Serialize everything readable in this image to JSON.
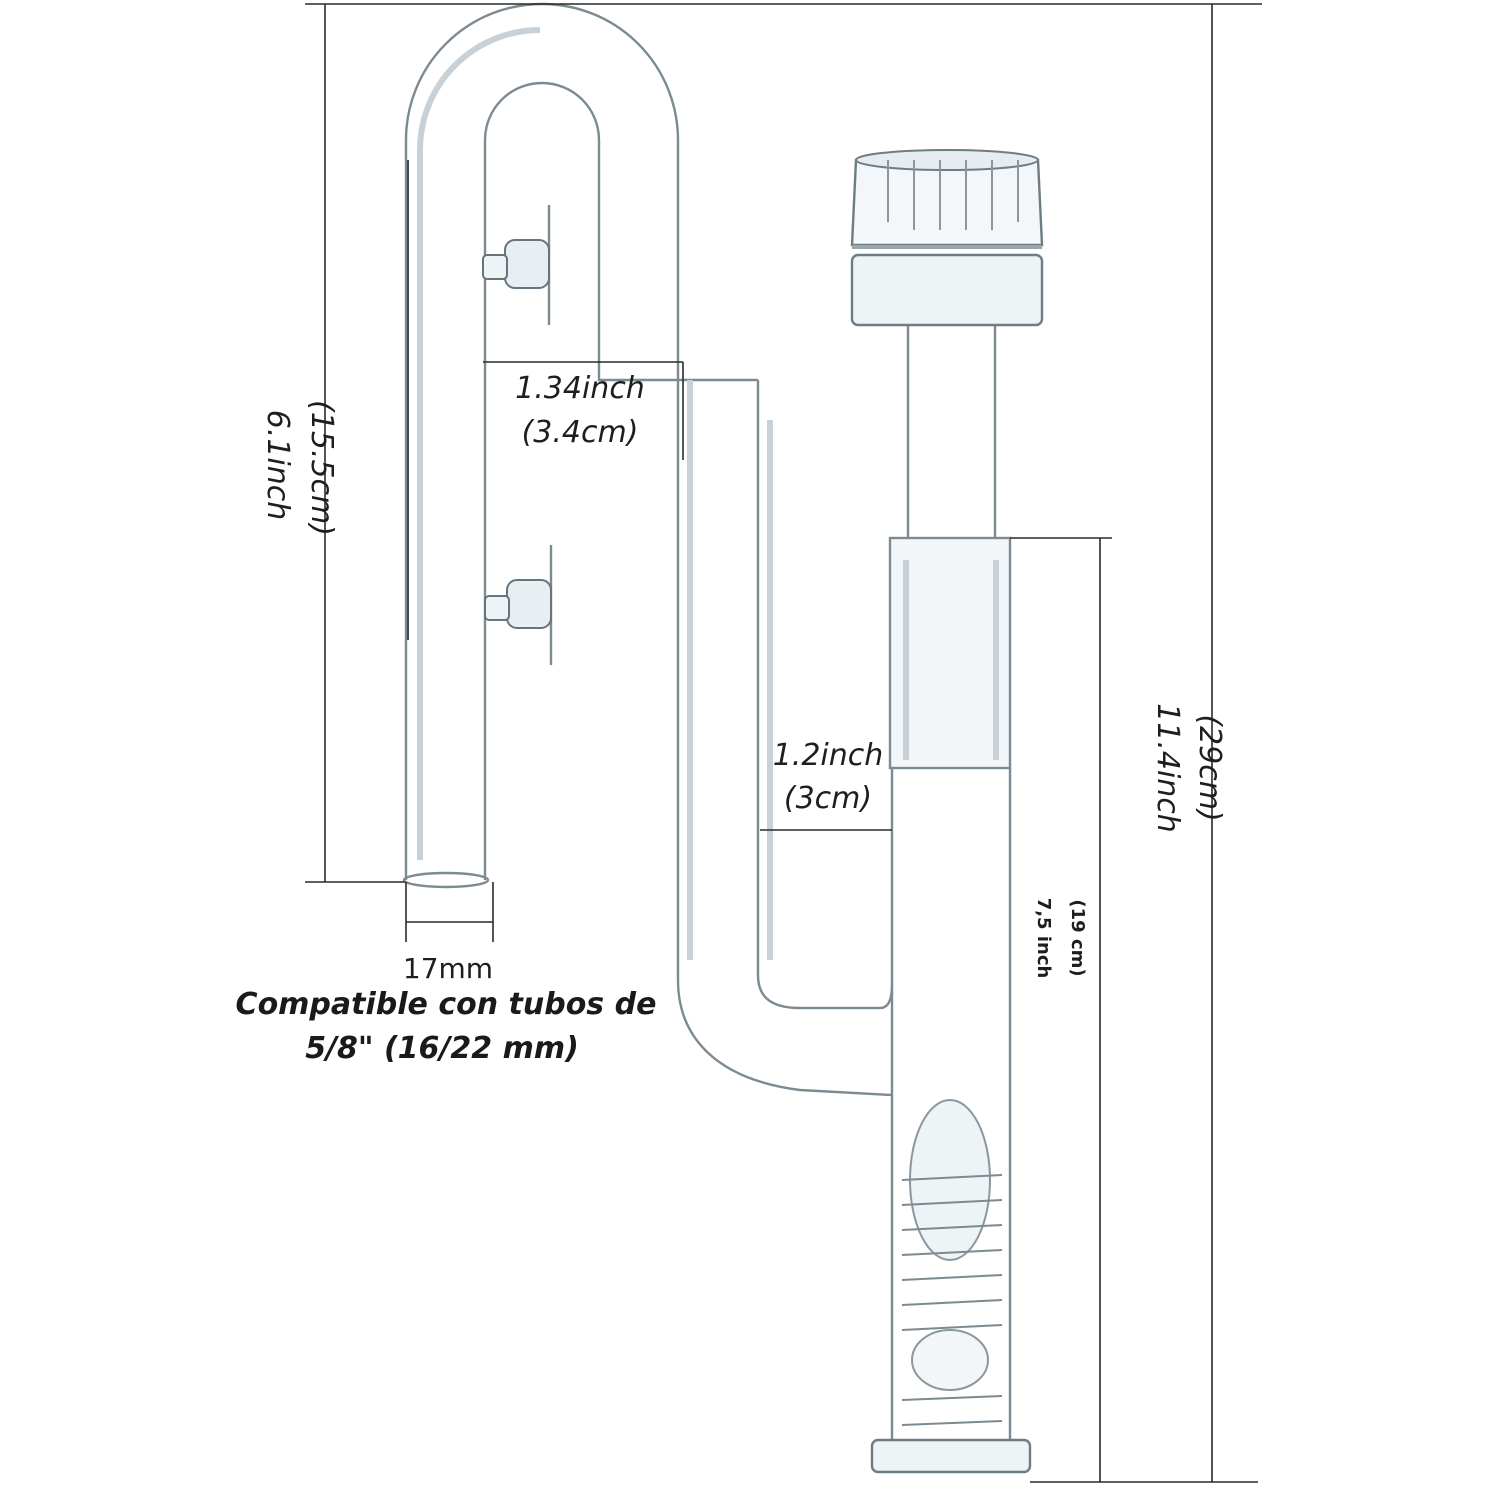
{
  "labels": {
    "height_pipe_in": "6.1inch",
    "height_pipe_cm": "(15.5cm)",
    "gap_in": "1.34inch",
    "gap_cm": "(3.4cm)",
    "inner_in": "1.2inch",
    "inner_cm": "(3cm)",
    "total_in": "11.4inch",
    "total_cm": "(29cm)",
    "intake_in": "7,5 inch",
    "intake_cm": "(19 cm)",
    "diameter": "17mm"
  },
  "caption": {
    "line1": "Compatible con tubos de",
    "line2": "5/8\" (16/22 mm)"
  }
}
